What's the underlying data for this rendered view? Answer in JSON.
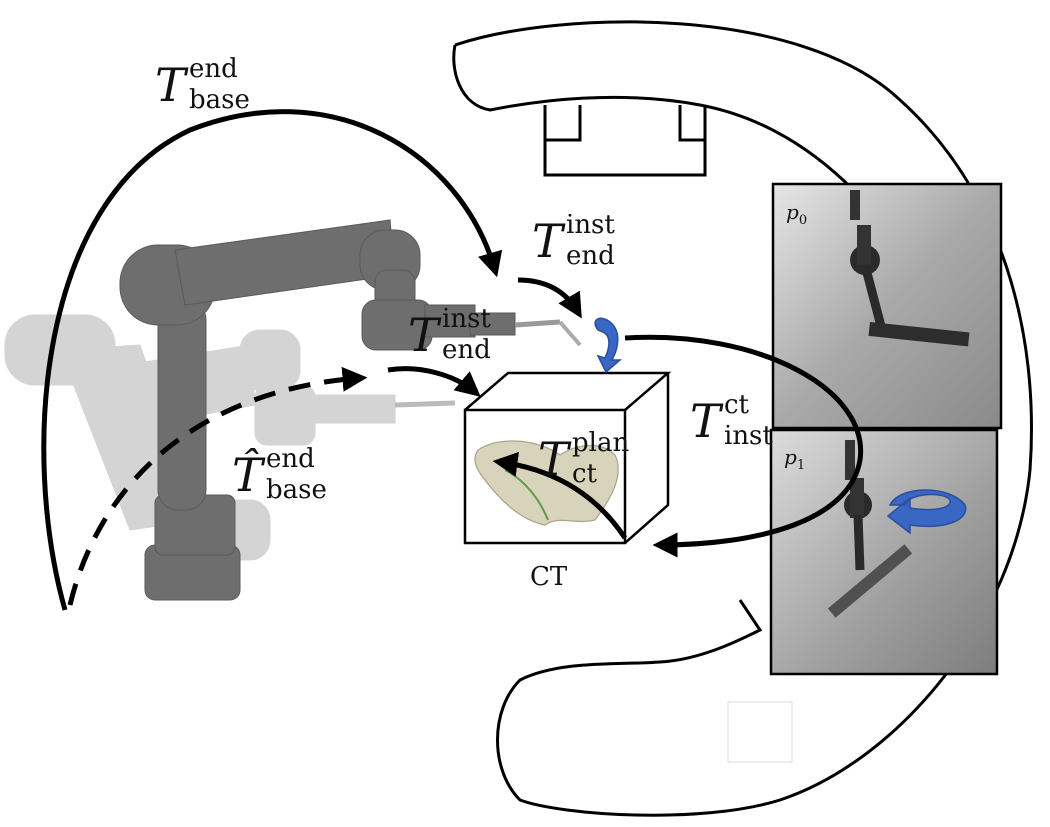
{
  "labels": {
    "t_base_end": {
      "symbol": "T",
      "sup": "end",
      "sub": "base"
    },
    "t_end_inst_top": {
      "symbol": "T",
      "sup": "inst",
      "sub": "end"
    },
    "t_end_inst_mid": {
      "symbol": "T",
      "sup": "inst",
      "sub": "end"
    },
    "t_inst_ct": {
      "symbol": "T",
      "sup": "ct",
      "sub": "inst"
    },
    "t_ct_plan": {
      "symbol": "T",
      "sup": "plan",
      "sub": "ct"
    },
    "that_base_end": {
      "symbol": "T̂",
      "sup": "end",
      "sub": "base"
    }
  },
  "ct_label": "CT",
  "xray_panels": [
    {
      "symbol": "p",
      "index": "0"
    },
    {
      "symbol": "p",
      "index": "1"
    }
  ],
  "colors": {
    "arrow": "#000000",
    "rotation_arrow": "#3a67c4",
    "robot_dark": "#6f6f6f",
    "robot_ghost": "#cfcfcf",
    "xray_bg": "#bdbdbd",
    "cube_line": "#000000",
    "bone": "#d6d2b8"
  },
  "icons": [
    "robot-arm-icon",
    "robot-ghost-icon",
    "c-arm-icon",
    "ct-cube-icon",
    "pelvis-icon",
    "rotation-arrow-icon",
    "xray-image-icon"
  ]
}
